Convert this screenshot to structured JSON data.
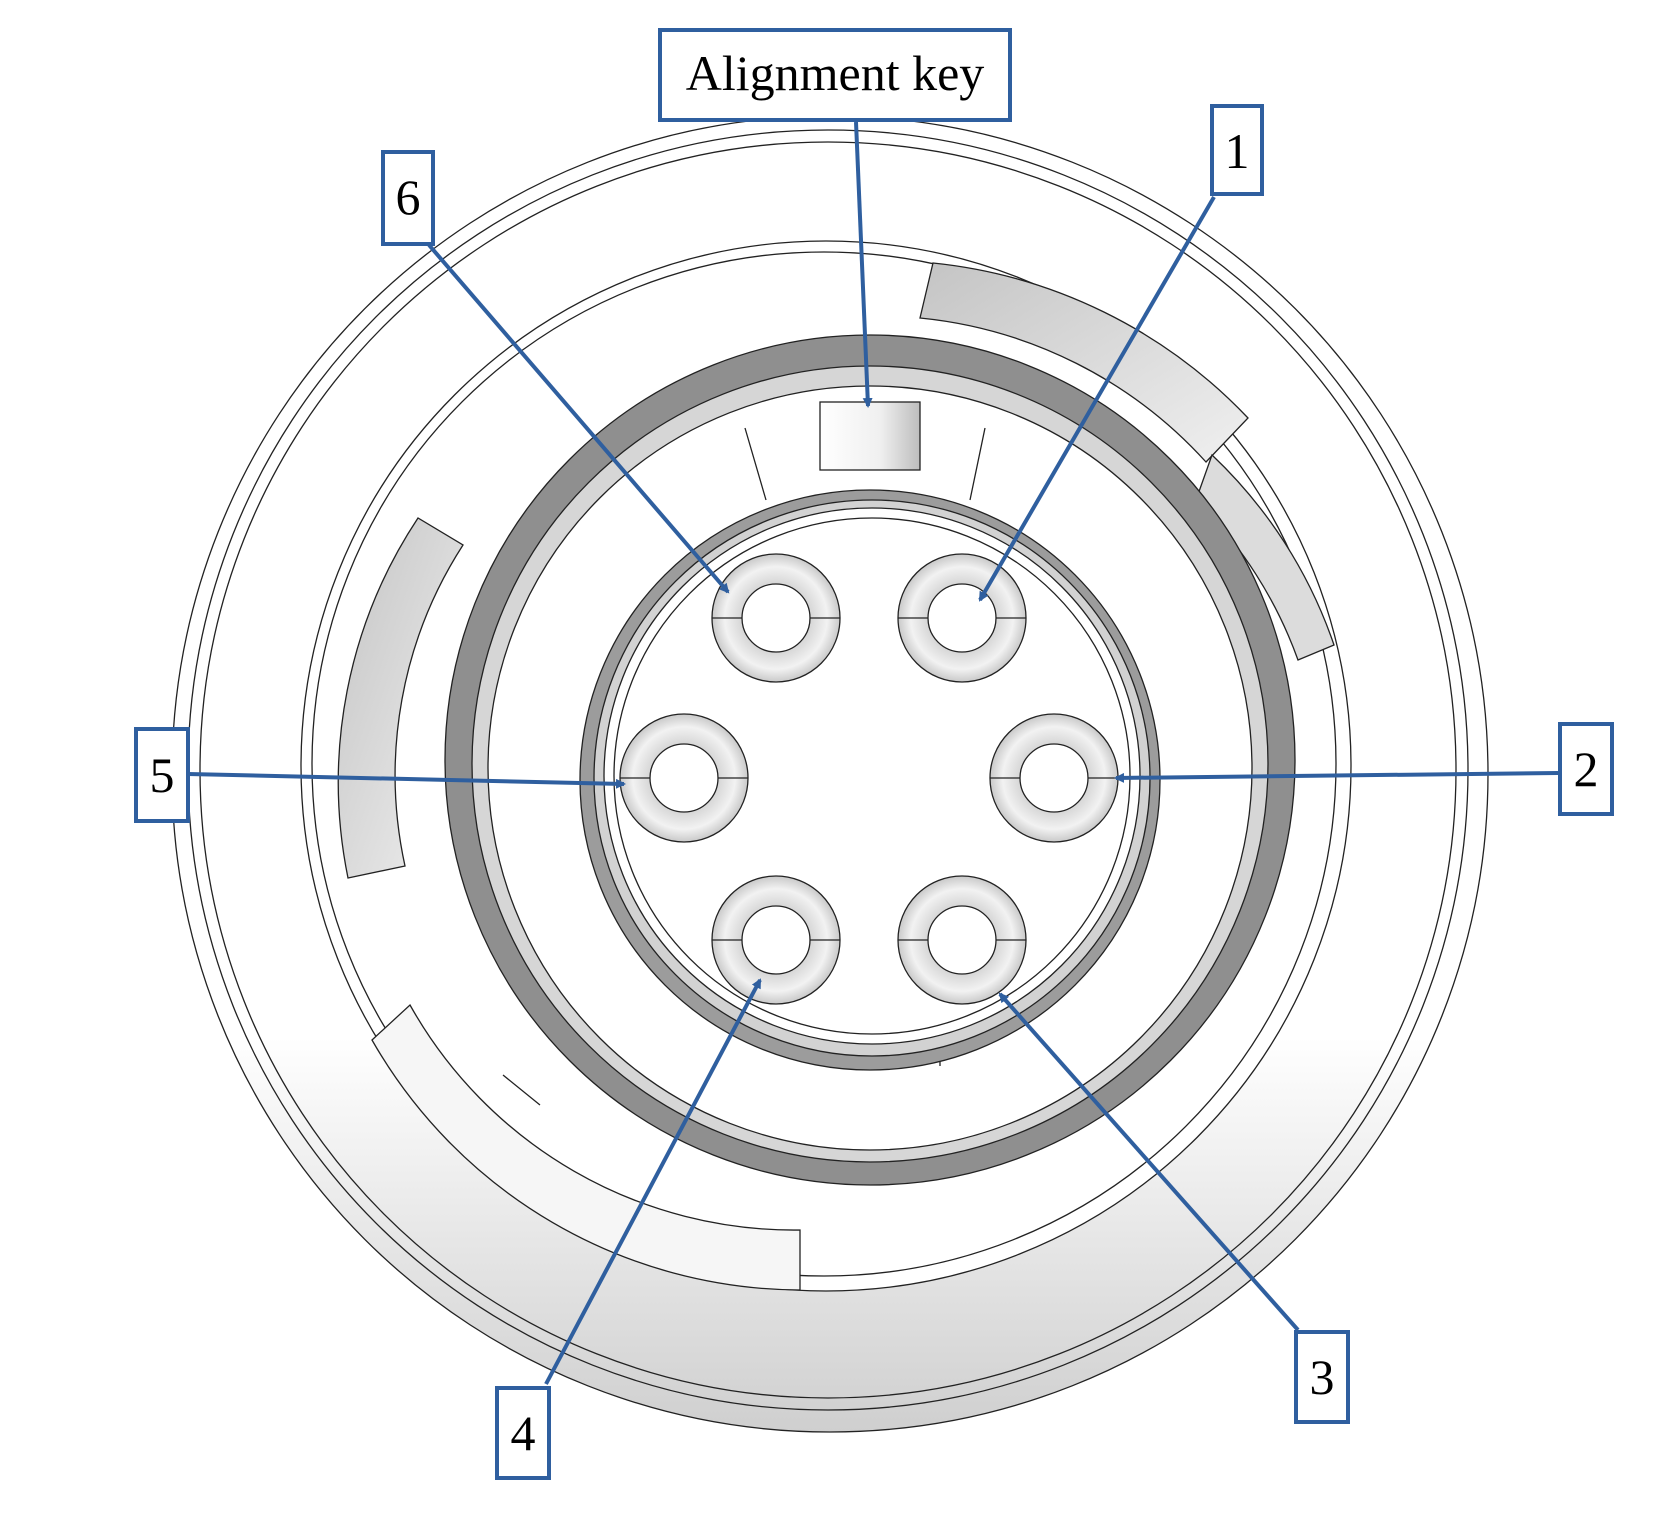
{
  "diagram": {
    "alignment_key_label": "Alignment key",
    "pins": [
      {
        "id": "pin-1",
        "label": "1"
      },
      {
        "id": "pin-2",
        "label": "2"
      },
      {
        "id": "pin-3",
        "label": "3"
      },
      {
        "id": "pin-4",
        "label": "4"
      },
      {
        "id": "pin-5",
        "label": "5"
      },
      {
        "id": "pin-6",
        "label": "6"
      }
    ]
  },
  "colors": {
    "callout": "#2f5f9f",
    "line": "#222222",
    "shade_dark": "#8a8a8a",
    "shade_mid": "#b9b9b9",
    "shade_light": "#e6e6e6"
  }
}
